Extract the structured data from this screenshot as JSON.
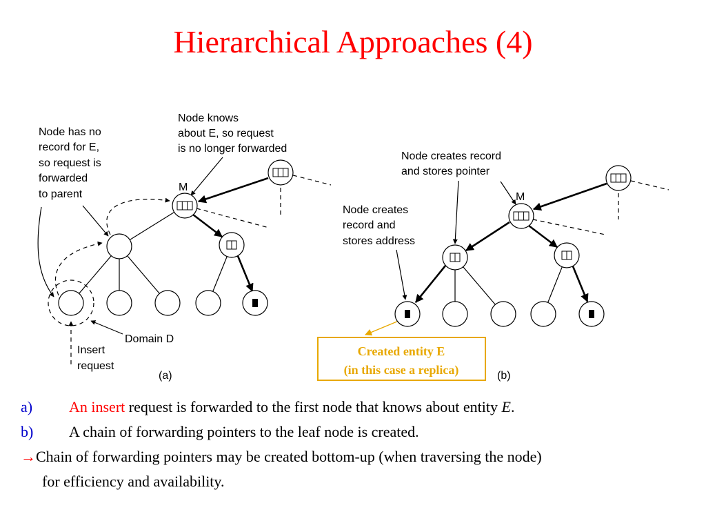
{
  "title": "Hierarchical Approaches (4)",
  "diagram_a": {
    "label_no_record": [
      "Node has no",
      "record for E,",
      "so request is",
      "forwarded",
      "to parent"
    ],
    "label_knows": [
      "Node knows",
      "about E, so request",
      "is no longer forwarded"
    ],
    "node_m": "M",
    "domain": "Domain D",
    "insert_request": [
      "Insert",
      "request"
    ],
    "caption": "(a)"
  },
  "diagram_b": {
    "label_creates_pointer": [
      "Node creates record",
      "and stores pointer"
    ],
    "label_creates_address": [
      "Node creates",
      "record and",
      "stores address"
    ],
    "node_m": "M",
    "caption": "(b)",
    "callout": [
      "Created entity E",
      "(in this case a replica)"
    ]
  },
  "bullets": {
    "a_marker": "a)",
    "a_highlight": "An insert",
    "a_text": " request is forwarded to the first node that knows about entity ",
    "a_entity": "E",
    "a_end": ".",
    "b_marker": "b)",
    "b_text": "A chain of forwarding pointers to the leaf node is created.",
    "c_text": "Chain of forwarding pointers may be created bottom-up (when traversing the node)",
    "c_cont": "for efficiency and availability."
  },
  "colors": {
    "title": "#ff0000",
    "marker": "#0000cc",
    "callout": "#e8a800"
  }
}
